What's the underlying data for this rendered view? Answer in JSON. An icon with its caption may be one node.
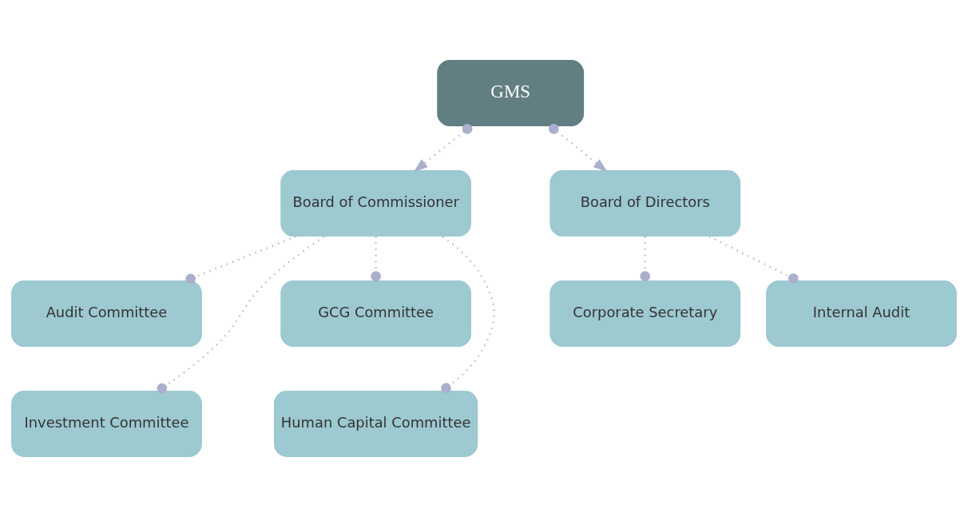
{
  "diagram": {
    "nodes": [
      {
        "text": [
          "GMS"
        ]
      },
      {
        "text": [
          "Board of Commissioner"
        ]
      },
      {
        "text": [
          "Board of Directors"
        ]
      },
      {
        "text": [
          "Audit Committee"
        ]
      },
      {
        "text": [
          "GCG Committee"
        ]
      },
      {
        "text": [
          "Corporate Secretary"
        ]
      },
      {
        "text": [
          "Internal Audit"
        ]
      },
      {
        "text": [
          "Investment Committee"
        ]
      },
      {
        "text": [
          "Human Capital Committee"
        ]
      }
    ],
    "edges": [
      {
        "from": 0,
        "to": 1,
        "arrow": "to"
      },
      {
        "from": 0,
        "to": 2,
        "arrow": "to"
      },
      {
        "from": 1,
        "to": 3,
        "arrow": "other"
      },
      {
        "from": 1,
        "to": 4,
        "arrow": "other"
      },
      {
        "from": 1,
        "to": 7,
        "arrow": "other"
      },
      {
        "from": 1,
        "to": 8,
        "arrow": "other"
      },
      {
        "from": 2,
        "to": 5,
        "arrow": "other"
      },
      {
        "from": 2,
        "to": 6,
        "arrow": "other"
      }
    ]
  }
}
